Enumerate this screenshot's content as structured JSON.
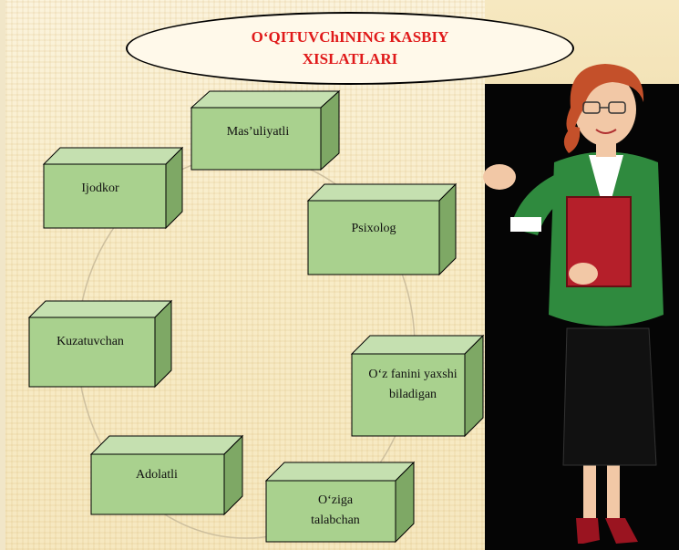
{
  "title": "O‘QITUVChINING KASBIY XISLATLARI",
  "colors": {
    "box_front": "#a9d18e",
    "box_side": "#7ea865",
    "box_top": "#c5e0b0",
    "title_text": "#e01a1a",
    "panel": "#050505"
  },
  "qualities": [
    {
      "label": "Mas’uliyatli"
    },
    {
      "label": "Psixolog"
    },
    {
      "label": "O‘z fanini yaxshi biladigan"
    },
    {
      "label": "O‘ziga talabchan"
    },
    {
      "label": "Adolatli"
    },
    {
      "label": "Kuzatuvchan"
    },
    {
      "label": "Ijodkor"
    }
  ],
  "illustration": {
    "name": "teacher-figure"
  }
}
